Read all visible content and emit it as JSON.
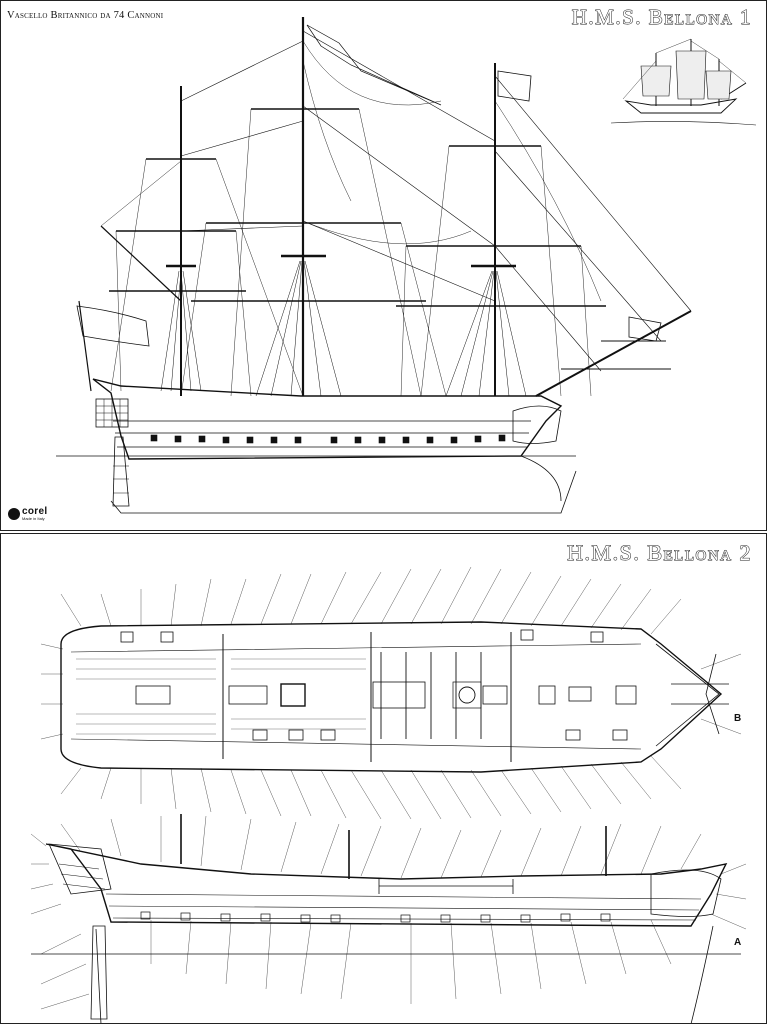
{
  "sheet1": {
    "subtitle": "Vascello Britannico da 74 Cannoni",
    "title": "H.M.S. Bellona 1",
    "logo_text": "corel",
    "logo_sub": "Made in Italy"
  },
  "sheet2": {
    "title": "H.M.S. Bellona 2",
    "view_labels": [
      "B",
      "A"
    ]
  }
}
